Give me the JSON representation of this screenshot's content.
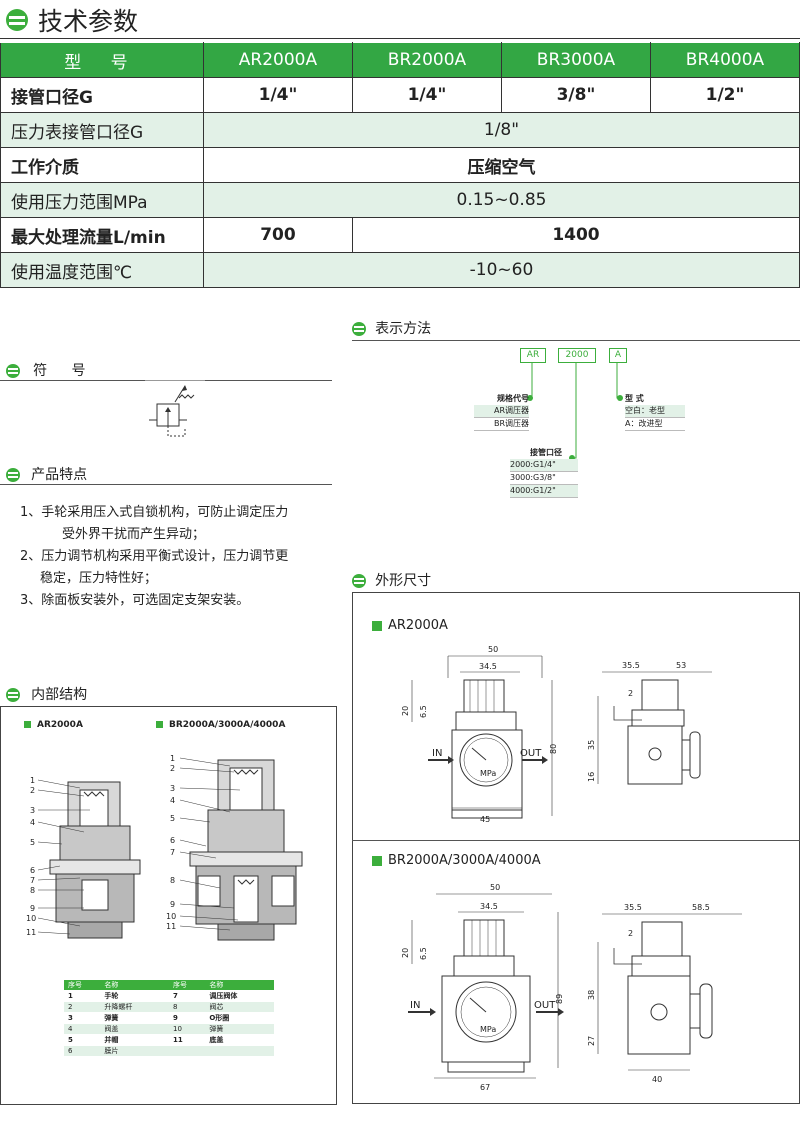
{
  "header": {
    "title": "技术参数"
  },
  "spec_table": {
    "header": [
      "型 号",
      "AR2000A",
      "BR2000A",
      "BR3000A",
      "BR4000A"
    ],
    "rows": [
      {
        "label": "接管口径G",
        "values": [
          "1/4\"",
          "1/4\"",
          "3/8\"",
          "1/2\""
        ]
      },
      {
        "label": "压力表接管口径G",
        "values": [
          "1/8\""
        ]
      },
      {
        "label": "工作介质",
        "values": [
          "压缩空气"
        ]
      },
      {
        "label": "使用压力范围MPa",
        "values": [
          "0.15~0.85"
        ]
      },
      {
        "label": "最大处理流量L/min",
        "values": [
          "700",
          "1400"
        ]
      },
      {
        "label": "使用温度范围℃",
        "values": [
          "-10~60"
        ]
      }
    ]
  },
  "symbol_section": {
    "title": "符 号"
  },
  "features_section": {
    "title": "产品特点",
    "items": [
      "1、手轮采用压入式自锁机构，可防止调定压力",
      "受外界干扰而产生异动；",
      "2、压力调节机构采用平衡式设计，压力调节更",
      "稳定，压力特性好；",
      "3、除面板安装外，可选固定支架安装。"
    ]
  },
  "notation_section": {
    "title": "表示方法",
    "codes": [
      "AR",
      "2000",
      "A"
    ],
    "spec_code": {
      "title": "规格代号",
      "options": [
        "AR调压器",
        "BR调压器"
      ]
    },
    "type": {
      "title": "型 式",
      "options": [
        "空白：老型",
        "A：改进型"
      ]
    },
    "port": {
      "title": "接管口径",
      "options": [
        "2000:G1/4\"",
        "3000:G3/8\"",
        "4000:G1/2\""
      ]
    }
  },
  "internal_section": {
    "title": "内部结构",
    "model_left": "AR2000A",
    "model_right": "BR2000A/3000A/4000A",
    "callouts_left": [
      "1",
      "2",
      "3",
      "4",
      "5",
      "6",
      "7",
      "8",
      "9",
      "10",
      "11"
    ],
    "callouts_right": [
      "1",
      "2",
      "3",
      "4",
      "5",
      "6",
      "7",
      "8",
      "9",
      "10",
      "11"
    ],
    "parts_table": {
      "header": [
        "序号",
        "名称",
        "序号",
        "名称"
      ],
      "rows": [
        [
          "1",
          "手轮",
          "7",
          "调压阀体"
        ],
        [
          "2",
          "升降螺杆",
          "8",
          "阀芯"
        ],
        [
          "3",
          "弹簧",
          "9",
          "O形圈"
        ],
        [
          "4",
          "阀盖",
          "10",
          "弹簧"
        ],
        [
          "5",
          "并帽",
          "11",
          "底盖"
        ],
        [
          "6",
          "膜片",
          "",
          ""
        ]
      ]
    }
  },
  "dimensions_section": {
    "title": "外形尺寸",
    "ar": {
      "model": "AR2000A",
      "dims": [
        "50",
        "34.5",
        "20",
        "6.5",
        "80",
        "45",
        "35.5",
        "53",
        "2",
        "35",
        "16"
      ],
      "in_label": "IN",
      "out_label": "OUT",
      "gauge_unit": "MPa"
    },
    "br": {
      "model": "BR2000A/3000A/4000A",
      "dims": [
        "50",
        "34.5",
        "20",
        "6.5",
        "89",
        "67",
        "35.5",
        "58.5",
        "2",
        "38",
        "27",
        "40"
      ],
      "in_label": "IN",
      "out_label": "OUT",
      "gauge_unit": "MPa"
    }
  }
}
